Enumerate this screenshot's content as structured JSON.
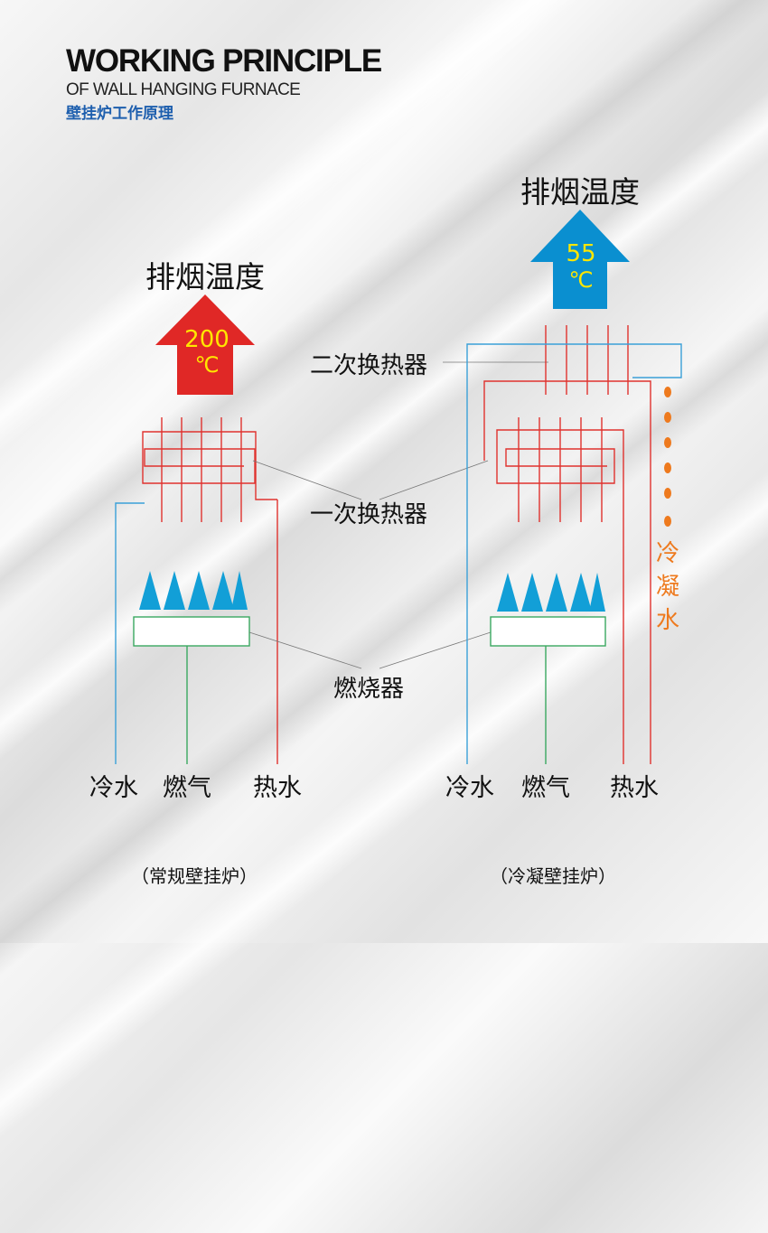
{
  "header": {
    "title": "WORKING PRINCIPLE",
    "subtitle": "OF WALL HANGING FURNACE",
    "title_cn": "壁挂炉工作原理"
  },
  "labels": {
    "exhaust_temp_left": "排烟温度",
    "exhaust_temp_right": "排烟温度",
    "secondary_exchanger": "二次换热器",
    "primary_exchanger": "一次换热器",
    "burner": "燃烧器",
    "condensate_1": "冷",
    "condensate_2": "凝",
    "condensate_3": "水"
  },
  "left_boiler": {
    "temp_value": "200",
    "temp_unit": "℃",
    "pipes": {
      "cold": "冷水",
      "gas": "燃气",
      "hot": "热水"
    },
    "caption": "（常规壁挂炉）"
  },
  "right_boiler": {
    "temp_value": "55",
    "temp_unit": "℃",
    "pipes": {
      "cold": "冷水",
      "gas": "燃气",
      "hot": "热水"
    },
    "caption": "（冷凝壁挂炉）"
  },
  "colors": {
    "hot_arrow": "#e02826",
    "cool_arrow": "#0a8fd0",
    "hot_arrow_text": "#ffe600",
    "cool_arrow_text": "#ffe600",
    "heat_exchanger": "#e0322e",
    "cold_pipe": "#3aa0d8",
    "gas_pipe": "#3aa860",
    "flame": "#129fd7",
    "condensate": "#ee7a1e",
    "header_cn": "#1e5fae"
  }
}
